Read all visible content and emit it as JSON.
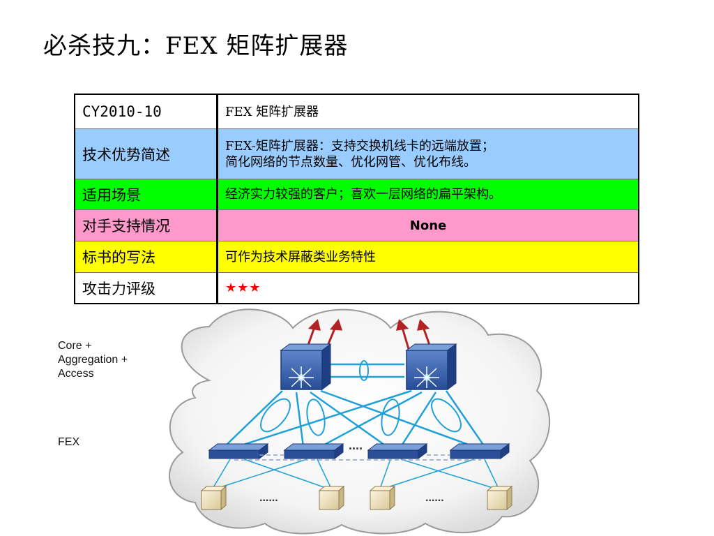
{
  "title": "必杀技九：FEX 矩阵扩展器",
  "table": {
    "rows": [
      {
        "label": "CY2010-10",
        "value_lines": [
          "FEX 矩阵扩展器"
        ]
      },
      {
        "label": "技术优势简述",
        "value_lines": [
          "FEX-矩阵扩展器：支持交换机线卡的远端放置；",
          "简化网络的节点数量、优化网管、优化布线。"
        ]
      },
      {
        "label": "适用场景",
        "value_lines": [
          "经济实力较强的客户；喜欢一层网络的扁平架构。"
        ]
      },
      {
        "label": "对手支持情况",
        "value_lines": [
          "None"
        ]
      },
      {
        "label": "标书的写法",
        "value_lines": [
          "可作为技术屏蔽类业务特性"
        ]
      },
      {
        "label": "攻击力评级",
        "value_lines": [
          "★★★"
        ]
      }
    ],
    "row_colors": [
      "#ffffff",
      "#99ccff",
      "#00ff00",
      "#ff99cc",
      "#ffff00",
      "#ffffff"
    ]
  },
  "diagram": {
    "layer_labels": {
      "core": "Core +\nAggregation +\nAccess",
      "fex": "FEX"
    },
    "ellipsis_fex": "....",
    "ellipsis_servers_left": "......",
    "ellipsis_servers_right": "......",
    "colors": {
      "uplink_arrow": "#b22222",
      "link": "#1ea0d8",
      "switch": "#2f5aa6",
      "cloud_edge": "#9a9a9a"
    }
  }
}
